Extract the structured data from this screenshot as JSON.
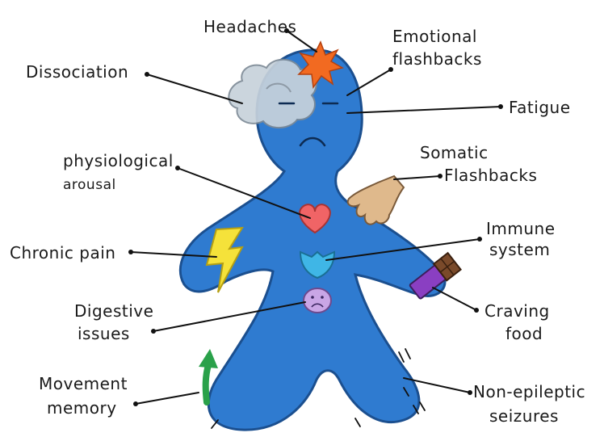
{
  "labels": {
    "headaches": "Headaches",
    "emotional_flashbacks_1": "Emotional",
    "emotional_flashbacks_2": "flashbacks",
    "dissociation": "Dissociation",
    "fatigue": "Fatigue",
    "physiological_arousal_1": "physiological",
    "physiological_arousal_2": "arousal",
    "somatic_flashbacks_1": "Somatic",
    "somatic_flashbacks_2": "Flashbacks",
    "chronic_pain": "Chronic pain",
    "immune_system_1": "Immune",
    "immune_system_2": "system",
    "digestive_issues_1": "Digestive",
    "digestive_issues_2": "issues",
    "craving_food_1": "Craving",
    "craving_food_2": "food",
    "movement_memory_1": "Movement",
    "movement_memory_2": "memory",
    "non_epileptic_seizures_1": "Non-epileptic",
    "non_epileptic_seizures_2": "seizures"
  },
  "colors": {
    "body": "#2f7bd0",
    "body_outline": "#1b4f8f",
    "cloud": "#c7d2db",
    "heart": "#f06466",
    "shield": "#3fb6e6",
    "stomach": "#c9a6e6",
    "lightning": "#f5e23a",
    "hand": "#dfb98c",
    "starburst": "#f26a21",
    "arrow": "#2aa14a",
    "chocolate": "#7a4a2a",
    "wrapper": "#8a3fc2"
  }
}
